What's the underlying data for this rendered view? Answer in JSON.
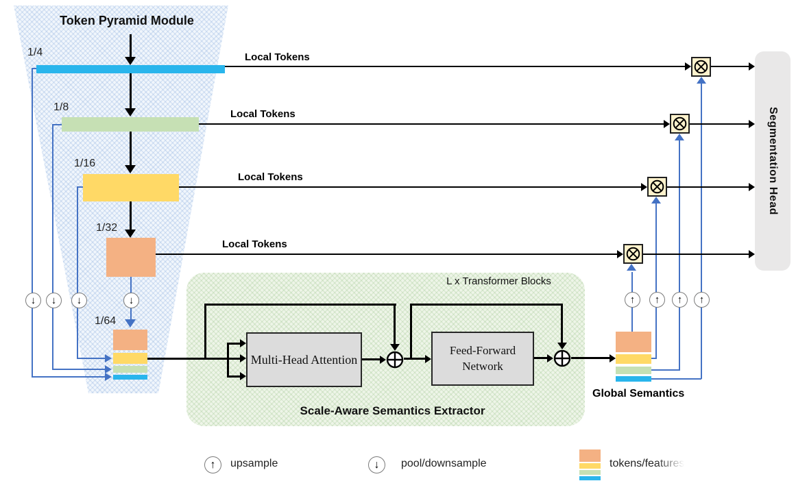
{
  "diagram": {
    "token_pyramid": {
      "title": "Token Pyramid Module",
      "scales": [
        "1/4",
        "1/8",
        "1/16",
        "1/32",
        "1/64"
      ],
      "local_tokens_label": "Local Tokens"
    },
    "extractor": {
      "header": "L x Transformer Blocks",
      "mha_label": "Multi-Head Attention",
      "ffn_label": "Feed-Forward Network",
      "title": "Scale-Aware Semantics Extractor"
    },
    "global_semantics_label": "Global Semantics",
    "segmentation_head_label": "Segmentation Head",
    "legend": {
      "upsample": "upsample",
      "downsample": "pool/downsample",
      "tokens": "tokens/features"
    },
    "icons": {
      "upsample_icon": "circled up arrow",
      "downsample_icon": "circled down arrow",
      "multiply_icon": "circled times in tan box",
      "add_icon": "circled plus"
    },
    "colors": {
      "scale_1_4_blue": "#29B5EC",
      "scale_1_8_green": "#C6E0B4",
      "scale_1_16_yellow": "#FFD966",
      "scale_1_32_orange": "#F4B183",
      "connector_blue": "#4472C4",
      "operator_box_tan": "#FFF2CC",
      "block_gray": "#DCDCDC",
      "head_gray": "#E9E8E8"
    }
  }
}
